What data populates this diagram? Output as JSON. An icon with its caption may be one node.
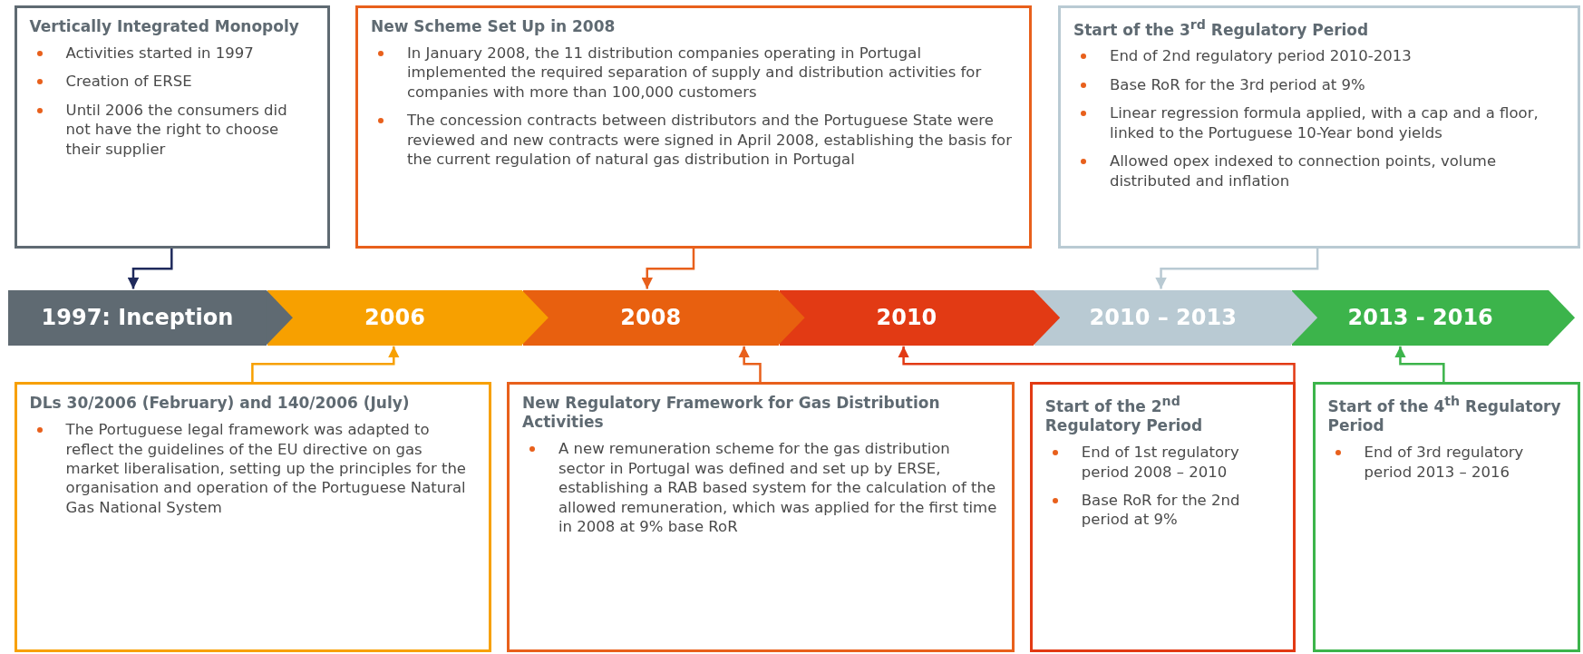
{
  "diagram": {
    "nodes": [
      {
        "text": [
          "Vertically Integrated Monopoly",
          "Activities started in 1997",
          "Creation of ERSE",
          "Until 2006 the consumers did not have the right to choose their supplier"
        ]
      },
      {
        "text": [
          "New Scheme Set Up in 2008",
          "In January 2008, the 11 distribution companies operating in Portugal implemented the required separation of supply and distribution activities for companies with more than 100,000 customers",
          "The concession contracts between distributors and the Portuguese State were reviewed and new contracts were signed in April 2008, establishing the basis for the current regulation of natural gas distribution in Portugal"
        ]
      },
      {
        "text": [
          "Start of the 3$^{rd}$ Regulatory Period",
          "End of 2nd regulatory period 2010-2013",
          "Base RoR for the 3rd period at 9%",
          "Linear regression formula applied, with a cap and a floor, linked to the Portuguese 10-Year bond yields",
          "Allowed opex indexed to connection points, volume distributed and inflation"
        ]
      },
      {
        "text": [
          "1997: Inception"
        ]
      },
      {
        "text": [
          "2006"
        ]
      },
      {
        "text": [
          "2008"
        ]
      },
      {
        "text": [
          "2010"
        ]
      },
      {
        "text": [
          "2010 – 2013"
        ]
      },
      {
        "text": [
          "2013 - 2016"
        ]
      },
      {
        "text": [
          "DLs 30/2006 (February) and 140/2006 (July)",
          "The Portuguese legal framework was adapted to reflect the guidelines of the EU directive on gas market liberalisation, setting up the principles for the organisation and operation of the Portuguese Natural Gas National System"
        ]
      },
      {
        "text": [
          "New Regulatory Framework for Gas Distribution Activities",
          "A new remuneration scheme for the gas distribution sector in Portugal was defined and set up by ERSE, establishing a RAB based system for the calculation of the allowed remuneration, which was applied for the first time in 2008 at 9% base RoR"
        ]
      },
      {
        "text": [
          "Start of the 2$^{nd}$ Regulatory Period",
          "End of 1st regulatory period 2008 – 2010",
          "Base RoR for the 2nd period at 9%"
        ]
      },
      {
        "text": [
          "Start of the 4$^{th}$ Regulatory Period",
          "End of 3rd regulatory period 2013 – 2016"
        ]
      }
    ],
    "edges": [
      {
        "from": 0,
        "to": 3,
        "arrow": "to",
        "color": "#1f2a5c"
      },
      {
        "from": 1,
        "to": 5,
        "arrow": "to",
        "color": "#e8601c"
      },
      {
        "from": 2,
        "to": 7,
        "arrow": "to",
        "color": "#b9cad3"
      },
      {
        "from": 9,
        "to": 4,
        "arrow": "to",
        "color": "#f7a000"
      },
      {
        "from": 10,
        "to": 5,
        "arrow": "to",
        "color": "#e8601c"
      },
      {
        "from": 11,
        "to": 6,
        "arrow": "to",
        "color": "#e23a14"
      },
      {
        "from": 12,
        "to": 8,
        "arrow": "to",
        "color": "#3cb44b"
      }
    ]
  }
}
